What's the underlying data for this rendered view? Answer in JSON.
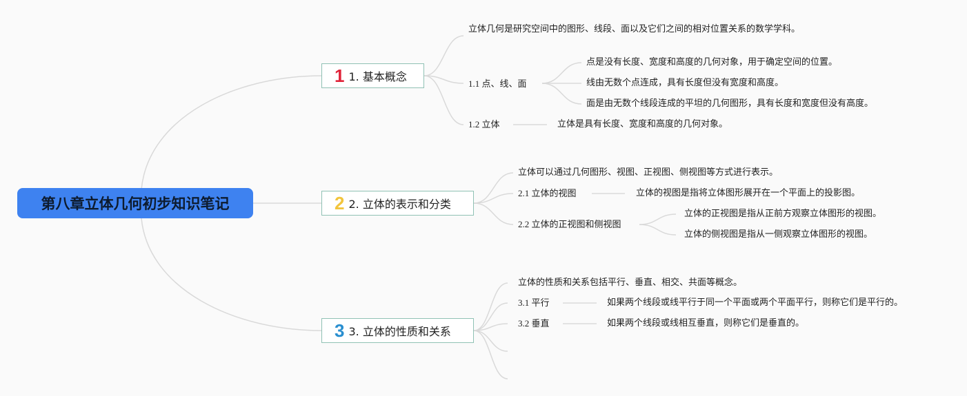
{
  "root": {
    "title": "第八章立体几何初步知识笔记"
  },
  "branches": [
    {
      "num": "1",
      "num_color": "#e0243a",
      "title": "1. 基本概念",
      "intro": "立体几何是研究空间中的图形、线段、面以及它们之间的相对位置关系的数学学科。",
      "subs": [
        {
          "label": "1.1 点、线、面",
          "items": [
            "点是没有长度、宽度和高度的几何对象，用于确定空间的位置。",
            "线由无数个点连成，具有长度但没有宽度和高度。",
            "面是由无数个线段连成的平坦的几何图形，具有长度和宽度但没有高度。"
          ]
        },
        {
          "label": "1.2 立体",
          "items": [
            "立体是具有长度、宽度和高度的几何对象。"
          ]
        }
      ]
    },
    {
      "num": "2",
      "num_color": "#f2c53d",
      "title": "2. 立体的表示和分类",
      "intro": "立体可以通过几何图形、视图、正视图、侧视图等方式进行表示。",
      "subs": [
        {
          "label": "2.1 立体的视图",
          "items": [
            "立体的视图是指将立体图形展开在一个平面上的投影图。"
          ]
        },
        {
          "label": "2.2 立体的正视图和侧视图",
          "items": [
            "立体的正视图是指从正前方观察立体图形的视图。",
            "立体的侧视图是指从一侧观察立体图形的视图。"
          ]
        }
      ]
    },
    {
      "num": "3",
      "num_color": "#2a8fd0",
      "title": "3. 立体的性质和关系",
      "intro": "立体的性质和关系包括平行、垂直、相交、共面等概念。",
      "subs": [
        {
          "label": "3.1 平行",
          "items": [
            "如果两个线段或线平行于同一个平面或两个平面平行，则称它们是平行的。"
          ]
        },
        {
          "label": "3.2 垂直",
          "items": [
            "如果两个线段或线相互垂直，则称它们是垂直的。"
          ]
        }
      ]
    }
  ]
}
